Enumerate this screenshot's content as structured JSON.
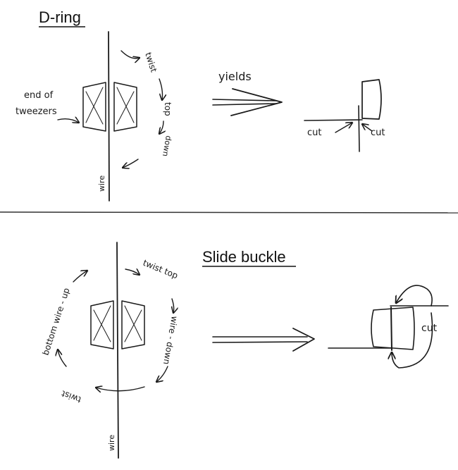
{
  "d_ring": {
    "title": "D-ring",
    "label_end_of": "end of",
    "label_tweezers": "tweezers",
    "label_twist": "twist",
    "label_top": "top",
    "label_down": "down",
    "label_wire": "wire",
    "label_yields": "yields",
    "label_cut_left": "cut",
    "label_cut_right": "cut"
  },
  "slide_buckle": {
    "title": "Slide buckle",
    "label_twist_top": "twist top",
    "label_wire_down": "wire - down",
    "label_twist_left": "twist",
    "label_bottom_wire_up": "bottom wire - up",
    "label_wire": "wire",
    "label_cut": "cut"
  },
  "colors": {
    "ink": "#1a1a1a",
    "divider": "#333333",
    "background": "#ffffff"
  }
}
